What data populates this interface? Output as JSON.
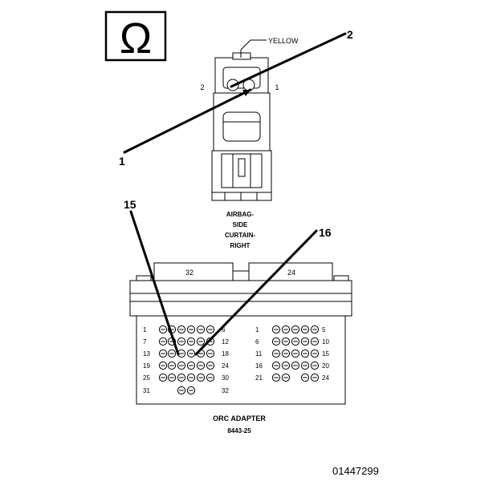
{
  "symbol": {
    "icon": "ohm-icon",
    "glyph": "Ω"
  },
  "connector": {
    "wire_color": "YELLOW",
    "pin_left": "2",
    "pin_right": "1",
    "caption": [
      "AIRBAG-",
      "SIDE",
      "CURTAIN-",
      "RIGHT"
    ]
  },
  "callouts": {
    "c1": "1",
    "c2": "2",
    "c15": "15",
    "c16": "16"
  },
  "adapter": {
    "tab_left": "32",
    "tab_right": "24",
    "left_rows": [
      {
        "start": "1",
        "end": "6"
      },
      {
        "start": "7",
        "end": "12"
      },
      {
        "start": "13",
        "end": "18"
      },
      {
        "start": "19",
        "end": "24"
      },
      {
        "start": "25",
        "end": "30"
      },
      {
        "start": "31",
        "end": "32"
      }
    ],
    "right_rows": [
      {
        "start": "1",
        "end": "5"
      },
      {
        "start": "6",
        "end": "10"
      },
      {
        "start": "11",
        "end": "15"
      },
      {
        "start": "16",
        "end": "20"
      },
      {
        "start": "21",
        "end": "24"
      }
    ],
    "caption_line1": "ORC ADAPTER",
    "caption_line2": "8443-25"
  },
  "figure_id": "01447299"
}
